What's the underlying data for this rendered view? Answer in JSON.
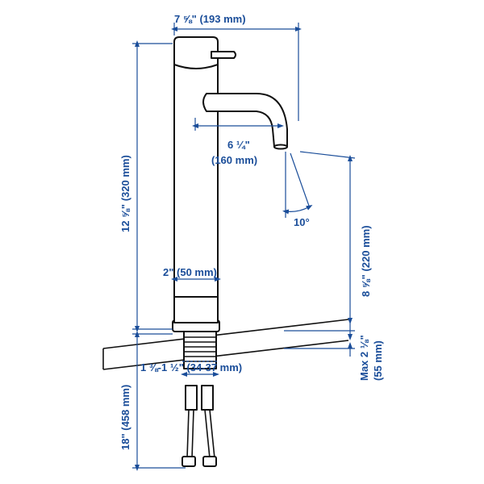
{
  "dimensions": {
    "total_width": "7 ⅝\" (193 mm)",
    "spout_reach_in": "6 ¼\"",
    "spout_reach_mm": "(160 mm)",
    "angle": "10°",
    "total_height": "12 ⅝\" (320 mm)",
    "spout_height": "8 ⅝\" (220 mm)",
    "base_diameter": "2\" (50 mm)",
    "hole_diameter": "1 ⅜-1 ½\" (34-37 mm)",
    "counter_thickness_in": "Max 2 ⅛\"",
    "counter_thickness_mm": "(55 mm)",
    "hose_length": "18\" (458 mm)"
  },
  "colors": {
    "dimension": "#1a4d99",
    "outline": "#111111"
  }
}
